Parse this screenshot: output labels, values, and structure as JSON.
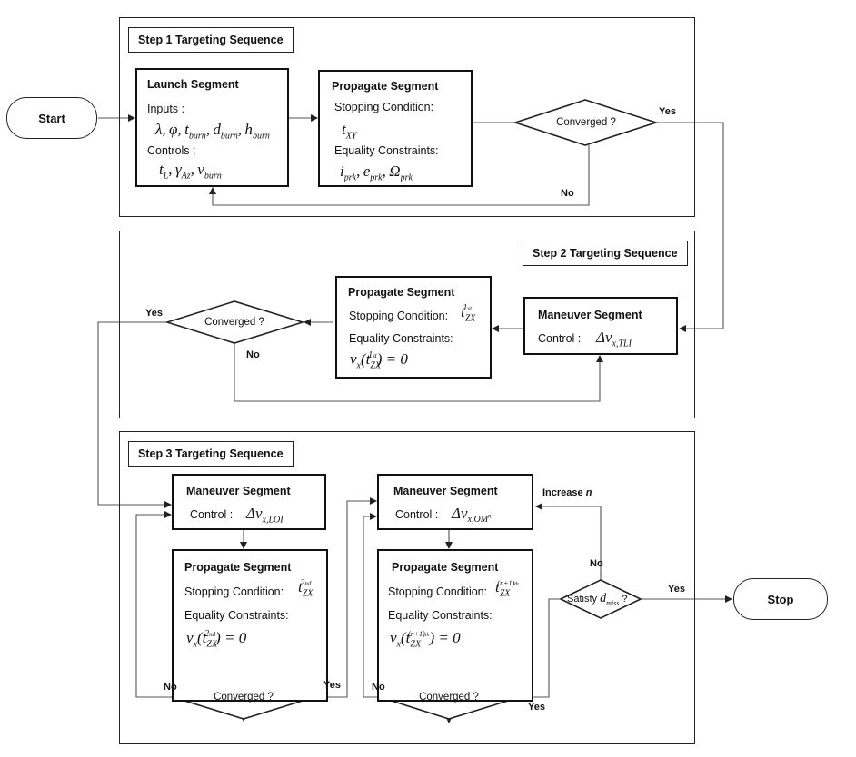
{
  "terminals": {
    "start": "Start",
    "stop": "Stop"
  },
  "step1": {
    "title": "Step 1 Targeting Sequence",
    "launch": {
      "title": "Launch Segment",
      "inputs_label": "Inputs :",
      "inputs_math": "λ, φ, t_burn, d_burn, h_burn",
      "controls_label": "Controls :",
      "controls_math": "t_L, γ_Az, v_burn"
    },
    "propagate": {
      "title": "Propagate Segment",
      "stop_label": "Stopping Condition:",
      "stop_math": "t_XY",
      "eq_label": "Equality Constraints:",
      "eq_math": "i_prk, e_prk, Ω_prk"
    },
    "decision": "Converged ?",
    "yes": "Yes",
    "no": "No"
  },
  "step2": {
    "title": "Step 2 Targeting Sequence",
    "maneuver": {
      "title": "Maneuver Segment",
      "control_label": "Control :",
      "control_math": "Δv_x,TLI"
    },
    "propagate": {
      "title": "Propagate Segment",
      "stop_label": "Stopping Condition:",
      "stop_math": "t_ZX^1st",
      "eq_label": "Equality Constraints:",
      "eq_math": "v_x(t_ZX^1st) = 0"
    },
    "decision": "Converged ?",
    "yes": "Yes",
    "no": "No"
  },
  "step3": {
    "title": "Step 3 Targeting Sequence",
    "maneuver_loi": {
      "title": "Maneuver Segment",
      "control_label": "Control :",
      "control_math": "Δv_x,LOI"
    },
    "propagate_2nd": {
      "title": "Propagate Segment",
      "stop_label": "Stopping Condition:",
      "stop_math": "t_ZX^2nd",
      "eq_label": "Equality Constraints:",
      "eq_math": "v_x(t_ZX^2nd) = 0"
    },
    "decision_a": "Converged ?",
    "maneuver_om": {
      "title": "Maneuver Segment",
      "control_label": "Control :",
      "control_math": "Δv_x,OM^n"
    },
    "propagate_nth": {
      "title": "Propagate Segment",
      "stop_label": "Stopping Condition:",
      "stop_math": "t_ZX^(n+1)th",
      "eq_label": "Equality Constraints:",
      "eq_math": "v_x(t_ZX^(n+1)th) = 0"
    },
    "decision_b": "Converged ?",
    "satisfy_prefix": "Satisfy",
    "satisfy_math": "d_miss",
    "satisfy_suffix": "?",
    "increase_n": "Increase n",
    "yes_a": "Yes",
    "no_a": "No",
    "yes_b": "Yes",
    "no_b": "No",
    "yes_c": "Yes",
    "no_c": "No"
  }
}
